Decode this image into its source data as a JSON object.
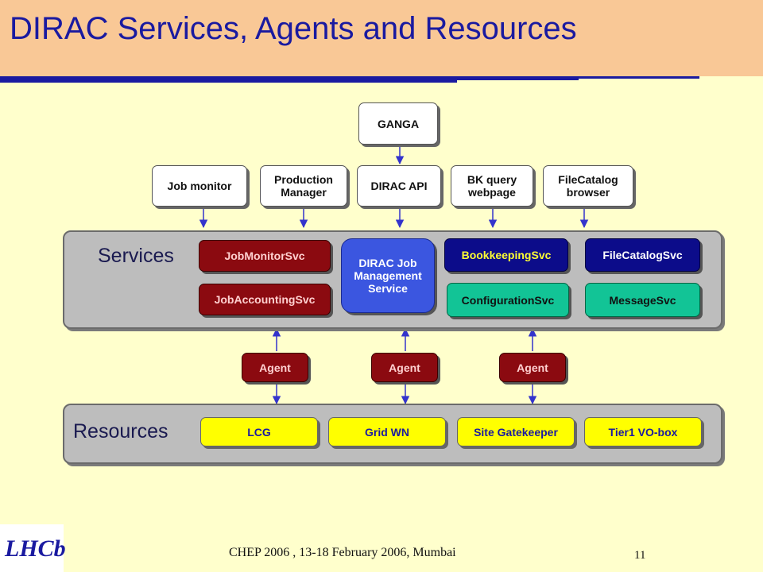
{
  "title": "DIRAC Services, Agents and Resources",
  "clients": {
    "ganga": "GANGA",
    "job_monitor": "Job monitor",
    "production_manager": "Production\nManager",
    "dirac_api": "DIRAC API",
    "bk_query": "BK query\nwebpage",
    "filecatalog_browser": "FileCatalog\nbrowser"
  },
  "services": {
    "label": "Services",
    "job_monitor_svc": "JobMonitorSvc",
    "job_accounting_svc": "JobAccountingSvc",
    "dirac_job_mgmt": "DIRAC Job\nManagement\nService",
    "bookkeeping_svc": "BookkeepingSvc",
    "filecatalog_svc": "FileCatalogSvc",
    "configuration_svc": "ConfigurationSvc",
    "message_svc": "MessageSvc"
  },
  "agents": [
    "Agent",
    "Agent",
    "Agent"
  ],
  "resources": {
    "label": "Resources",
    "items": [
      "LCG",
      "Grid WN",
      "Site Gatekeeper",
      "Tier1 VO-box"
    ]
  },
  "footer": {
    "text": "CHEP 2006 , 13-18 February 2006, Mumbai",
    "page": "11"
  },
  "logo_text": "LHCb",
  "colors": {
    "title_text": "#1a1aa0",
    "title_band": "#f9c896",
    "background": "#ffffcc",
    "service_red": "#8b0a10",
    "service_navy": "#0c0c8a",
    "service_green": "#12c496",
    "service_blue": "#3b56e0",
    "resource_yellow": "#ffff00",
    "arrow": "#3333cc"
  }
}
